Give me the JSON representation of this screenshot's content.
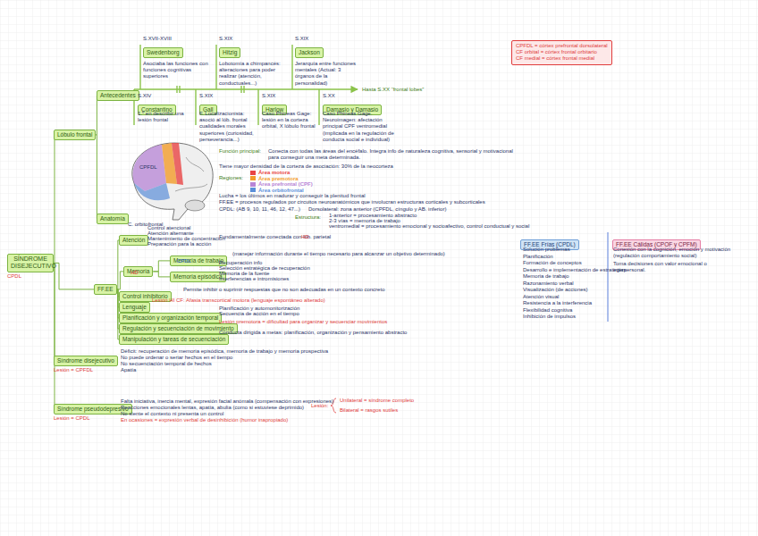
{
  "diagram": {
    "nodes": [
      {
        "text": [
          "SÍNDROME DISEJECUTIVO",
          "CPDL"
        ]
      },
      {
        "text": [
          "Lóbulo frontal"
        ]
      },
      {
        "text": [
          "Antecedentes"
        ]
      },
      {
        "text": [
          "Anatomía"
        ]
      },
      {
        "text": [
          "FF.EE"
        ]
      },
      {
        "text": [
          "Atención"
        ]
      },
      {
        "text": [
          "Memoria"
        ]
      },
      {
        "text": [
          "Memoria de trabajo"
        ]
      },
      {
        "text": [
          "Memoria episódica"
        ]
      },
      {
        "text": [
          "Control inhibitorio"
        ]
      },
      {
        "text": [
          "Lenguaje"
        ]
      },
      {
        "text": [
          "Planificación y organización temporal"
        ]
      },
      {
        "text": [
          "Regulación y secuenciación de movimiento"
        ]
      },
      {
        "text": [
          "Manipulación y tareas de secuenciación"
        ]
      },
      {
        "text": [
          "Síndrome disejecutivo",
          "Lesión = CPFDL"
        ]
      },
      {
        "text": [
          "Síndrome pseudodepresivo",
          "Lesión = CPDL"
        ]
      },
      {
        "text": [
          "S.XVII-XVIII",
          "Swedenborg"
        ]
      },
      {
        "text": [
          "S.XIX",
          "Hitzig"
        ]
      },
      {
        "text": [
          "S.XIX",
          "Jackson"
        ]
      },
      {
        "text": [
          "S.XIV",
          "Constantino"
        ]
      },
      {
        "text": [
          "S.XIX",
          "Gall"
        ]
      },
      {
        "text": [
          "S.XIX",
          "Harlow"
        ]
      },
      {
        "text": [
          "S.XX",
          "Damasio y Damasio"
        ]
      },
      {
        "text": [
          "CPFDL = córtex prefrontal dorsolateral",
          "CF orbital = córtex frontal orbitario",
          "CF medial = córtex frontal medial"
        ]
      },
      {
        "text": [
          "FF.EE Frías (CPDL)"
        ]
      },
      {
        "text": [
          "FF.EE Cálidas (CPOF y CPFM)"
        ]
      }
    ],
    "edges": [
      {
        "from": 0,
        "to": 1,
        "arrow": "none"
      },
      {
        "from": 0,
        "to": 4,
        "arrow": "none"
      },
      {
        "from": 0,
        "to": 14,
        "arrow": "none"
      },
      {
        "from": 0,
        "to": 15,
        "arrow": "none"
      },
      {
        "from": 1,
        "to": 2,
        "arrow": "none"
      },
      {
        "from": 1,
        "to": 3,
        "arrow": "none"
      },
      {
        "from": 4,
        "to": 5,
        "arrow": "none"
      },
      {
        "from": 4,
        "to": 6,
        "arrow": "none"
      },
      {
        "from": 4,
        "to": 9,
        "arrow": "none"
      },
      {
        "from": 4,
        "to": 10,
        "arrow": "none"
      },
      {
        "from": 4,
        "to": 11,
        "arrow": "none"
      },
      {
        "from": 4,
        "to": 12,
        "arrow": "none"
      },
      {
        "from": 4,
        "to": 13,
        "arrow": "none"
      },
      {
        "from": 6,
        "to": 7,
        "arrow": "none"
      },
      {
        "from": 6,
        "to": 8,
        "arrow": "none"
      }
    ],
    "labels": [
      "Asociaba las funciones con funciones cognitivas superiores",
      "Lobotomía a chimpancés: alteraciones para poder realizar (atención, conductuales...)",
      "Jerarquía entre funciones mentales (Actual: 3 órganos de la personalidad)",
      "1.º en describir una lesión frontal",
      "F. Localizacionista: asoció al lób. frontal cualidades morales superiores (curiosidad, perseverancia...)",
      "Caso Phineas Gage: lesión en la corteza orbital, X lóbulo frontal",
      "Caso Phineas Gage. Neuroimagen: afectación principal CPF ventromedial (implicada en la regulación de conducta social e individual)",
      "Hasta S.XX “frontal lobes”",
      "Función principal:",
      "Conecta con todas las áreas del encéfalo. Integra info de naturaleza cognitiva, sensorial y motivacional para conseguir una meta determinada.",
      "Tiene mayor densidad de la corteza de asociación: 30% de la neocorteza",
      "Regiones:",
      "Lucha = los últimos en madurar y conseguir la plenitud frontal",
      "FF.EE = procesos regulados por circuitos neuroanatómicos que involucran estructuras corticales y subcorticales",
      "CPDL: (AB 9, 10, 11, 46, 12, 47...)",
      "Dorsolateral: zona anterior (CPFDL, cíngulo y AB. inferior)",
      "Estructura:",
      "1-anterior = procesamiento abstracto",
      "2-3 vías = memoria de trabajo",
      "ventromedial = procesamiento emocional y socioafectivo, control conductual y social",
      "CPFDL",
      "C. orbitofrontal",
      "Control atencional",
      "Atención alternante",
      "Mantenimiento de concentración",
      "Preparación para la acción",
      "Fundamentalmente conectada con lób. parietal",
      "HD",
      "(manejar información durante el tiempo necesario para alcanzar un objetivo determinado)",
      "CPDL",
      "Recuperación info",
      "Selección estratégica de recuperación",
      "Memoria de la fuente",
      "HD",
      "Interferencias e intromisiones",
      "Permite inhibir o suprimir respuestas que no son adecuadas en un contexto concreto",
      "Lesión HI CF: Afasia transcortical motora (lenguaje espontáneo alterado)",
      "Planificación y automonitorización",
      "Secuencia de acción en el tiempo",
      "Lesión premotora = dificultad para organizar y secuenciar movimientos",
      "Conducta dirigida a metas: planificación, organización y pensamiento abstracto",
      "Déficit: recuperación de memoria episódica, memoria de trabajo y memoria prospectiva",
      "No puede ordenar o seriar hechos en el tiempo",
      "No secuenciación temporal de hechos",
      "Apatía",
      "Falta iniciativa, inercia mental, expresión facial anómala (compensación con expresiones)",
      "Reacciones emocionales lentas, apatía, abulia (como si estuviese deprimido)",
      "No siente el contexto ni presenta un control",
      "En ocasiones = expresión verbal de desinhibición (humor inapropiado)",
      "Lesión:",
      "Unilateral = síndrome completo",
      "Bilateral = rasgos sutiles",
      "Solución problemas",
      "Planificación",
      "Formación de conceptos",
      "Desarrollo e implementación de estrategias",
      "Memoria de trabajo",
      "Razonamiento verbal",
      "Visualización (de acciones)",
      "Atención visual",
      "Resistencia a la interferencia",
      "Flexibilidad cognitiva",
      "Inhibición de impulsos",
      "Conexión con la cognición, emoción y motivación (regulación comportamiento social)",
      "Toma decisiones con valor emocional o interpersonal."
    ],
    "legend": [
      {
        "text": "Área motora",
        "color": "#e84545"
      },
      {
        "text": "Área premotora",
        "color": "#f39c2b"
      },
      {
        "text": "Área prefrontal (CPF)",
        "color": "#b784d6"
      },
      {
        "text": "Área orbitofrontal",
        "color": "#5b8fd9"
      }
    ]
  }
}
